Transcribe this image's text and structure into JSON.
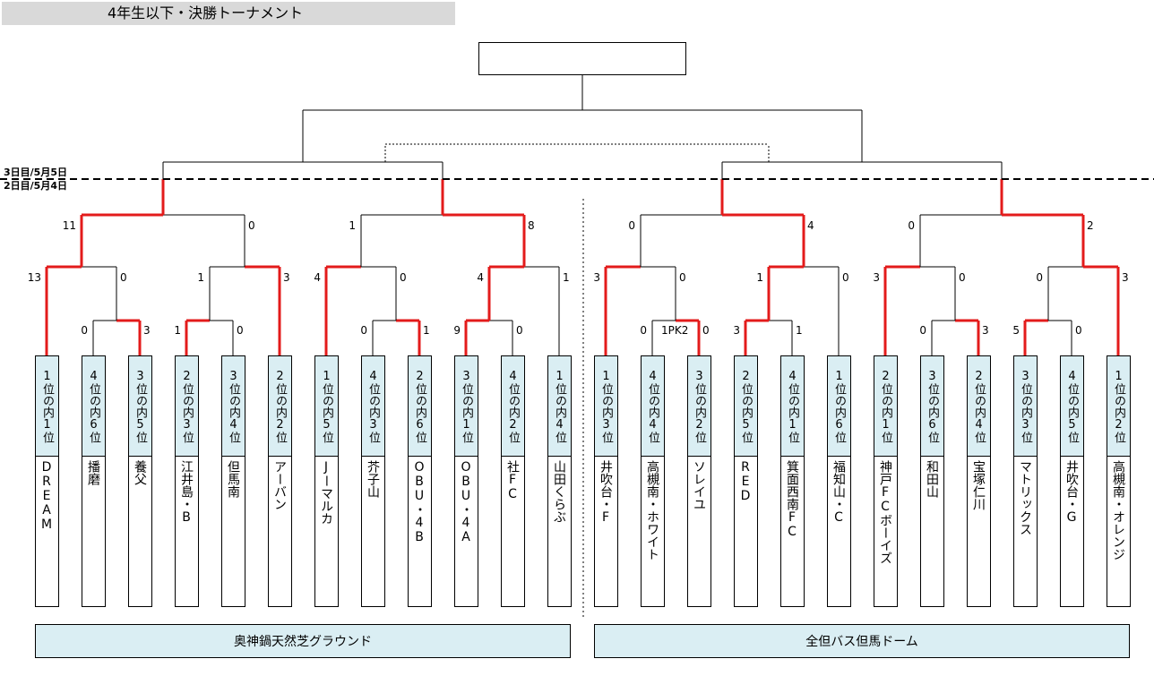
{
  "title": "4年生以下・決勝トーナメント",
  "day_labels": {
    "day3": "3日目/5月5日",
    "day2": "2日目/5月4日"
  },
  "teams": [
    {
      "rank": "1位の内1位",
      "name": "DREAM",
      "score": "13"
    },
    {
      "rank": "4位の内6位",
      "name": "播磨",
      "score": "0"
    },
    {
      "rank": "3位の内5位",
      "name": "養父",
      "score": "3"
    },
    {
      "rank": "2位の内3位",
      "name": "江井島・B",
      "score": "1"
    },
    {
      "rank": "3位の内4位",
      "name": "但馬南",
      "score": "0"
    },
    {
      "rank": "2位の内2位",
      "name": "アーバン",
      "score": "3"
    },
    {
      "rank": "1位の内5位",
      "name": "Jーマルカ",
      "score": "4"
    },
    {
      "rank": "4位の内3位",
      "name": "芥子山",
      "score": "0"
    },
    {
      "rank": "2位の内6位",
      "name": "OBU・4B",
      "score": "1"
    },
    {
      "rank": "3位の内1位",
      "name": "OBU・4A",
      "score": "9"
    },
    {
      "rank": "4位の内2位",
      "name": "社FC",
      "score": "0"
    },
    {
      "rank": "1位の内4位",
      "name": "山田くらぶ",
      "score": "1"
    },
    {
      "rank": "1位の内3位",
      "name": "井吹台・F",
      "score": "3"
    },
    {
      "rank": "4位の内4位",
      "name": "高槻南・ホワイト",
      "score": "0"
    },
    {
      "rank": "3位の内2位",
      "name": "ソレイユ",
      "score": "0"
    },
    {
      "rank": "2位の内5位",
      "name": "RED",
      "score": "3"
    },
    {
      "rank": "4位の内1位",
      "name": "箕面西南FC",
      "score": "1"
    },
    {
      "rank": "1位の内6位",
      "name": "福知山・C",
      "score": "0"
    },
    {
      "rank": "2位の内1位",
      "name": "神戸FCボーイズ",
      "score": "3"
    },
    {
      "rank": "3位の内6位",
      "name": "和田山",
      "score": "0"
    },
    {
      "rank": "2位の内4位",
      "name": "宝塚仁川",
      "score": "3"
    },
    {
      "rank": "3位の内3位",
      "name": "マトリックス",
      "score": "5"
    },
    {
      "rank": "4位の内5位",
      "name": "井吹台・G",
      "score": "0"
    },
    {
      "rank": "1位の内2位",
      "name": "高槻南・オレンジ",
      "score": "3"
    }
  ],
  "prelim_scores": [
    {
      "left": "0",
      "right": "3"
    },
    {
      "left": "1",
      "right": "0"
    },
    {
      "left": "0",
      "right": "1"
    },
    {
      "left": "9",
      "right": "0"
    },
    {
      "left": "0",
      "right": "0",
      "note": "1PK2"
    },
    {
      "left": "3",
      "right": "1"
    },
    {
      "left": "0",
      "right": "3"
    },
    {
      "left": "5",
      "right": "0"
    }
  ],
  "round3_scores": [
    {
      "left": "13",
      "right": "0"
    },
    {
      "left": "1",
      "right": "3"
    },
    {
      "left": "4",
      "right": "0"
    },
    {
      "left": "4",
      "right": "1"
    },
    {
      "left": "3",
      "right": "0"
    },
    {
      "left": "1",
      "right": "0"
    },
    {
      "left": "3",
      "right": "0"
    },
    {
      "left": "0",
      "right": "3"
    }
  ],
  "round4_scores": [
    {
      "left": "11",
      "right": "0"
    },
    {
      "left": "1",
      "right": "8"
    },
    {
      "left": "0",
      "right": "4"
    },
    {
      "left": "0",
      "right": "2"
    }
  ],
  "venues": [
    {
      "name": "奥神鍋天然芝グラウンド"
    },
    {
      "name": "全但バス但馬ドーム"
    }
  ],
  "colors": {
    "winner_line": "#e31b1b",
    "line": "#000000",
    "label_fill": "#daeef3",
    "title_fill": "#d9d9d9"
  }
}
